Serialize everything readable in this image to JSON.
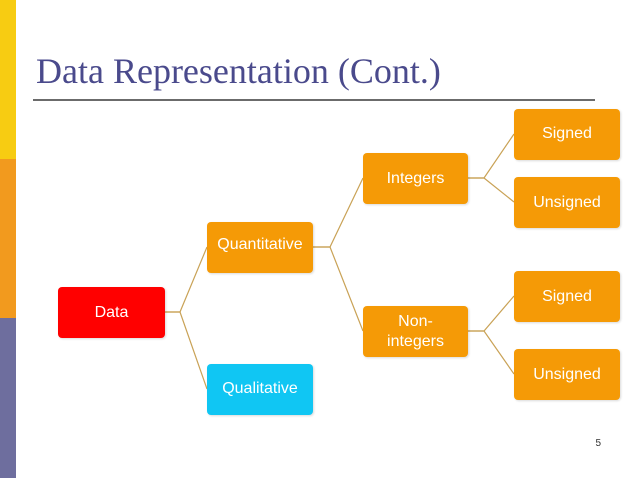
{
  "slide": {
    "title": "Data Representation (Cont.)",
    "page_number": "5"
  },
  "diagram": {
    "root": {
      "label": "Data",
      "color": "#ff0000"
    },
    "quantitative": {
      "label": "Quantitative",
      "color": "#f59a06"
    },
    "qualitative": {
      "label": "Qualitative",
      "color": "#10c6f3"
    },
    "integers": {
      "label": "Integers",
      "color": "#f59a06"
    },
    "non_integers": {
      "label": "Non-\nintegers",
      "color": "#f59a06"
    },
    "integers_signed": {
      "label": "Signed",
      "color": "#f59a06"
    },
    "integers_unsigned": {
      "label": "Unsigned",
      "color": "#f59a06"
    },
    "non_integers_signed": {
      "label": "Signed",
      "color": "#f59a06"
    },
    "non_integers_unsigned": {
      "label": "Unsigned",
      "color": "#f59a06"
    },
    "connector_color": "#c9a256"
  },
  "theme": {
    "title_color": "#4a4a8c",
    "side_bar_colors": [
      "#f7cc12",
      "#f29a1e",
      "#6e6e9e"
    ]
  }
}
